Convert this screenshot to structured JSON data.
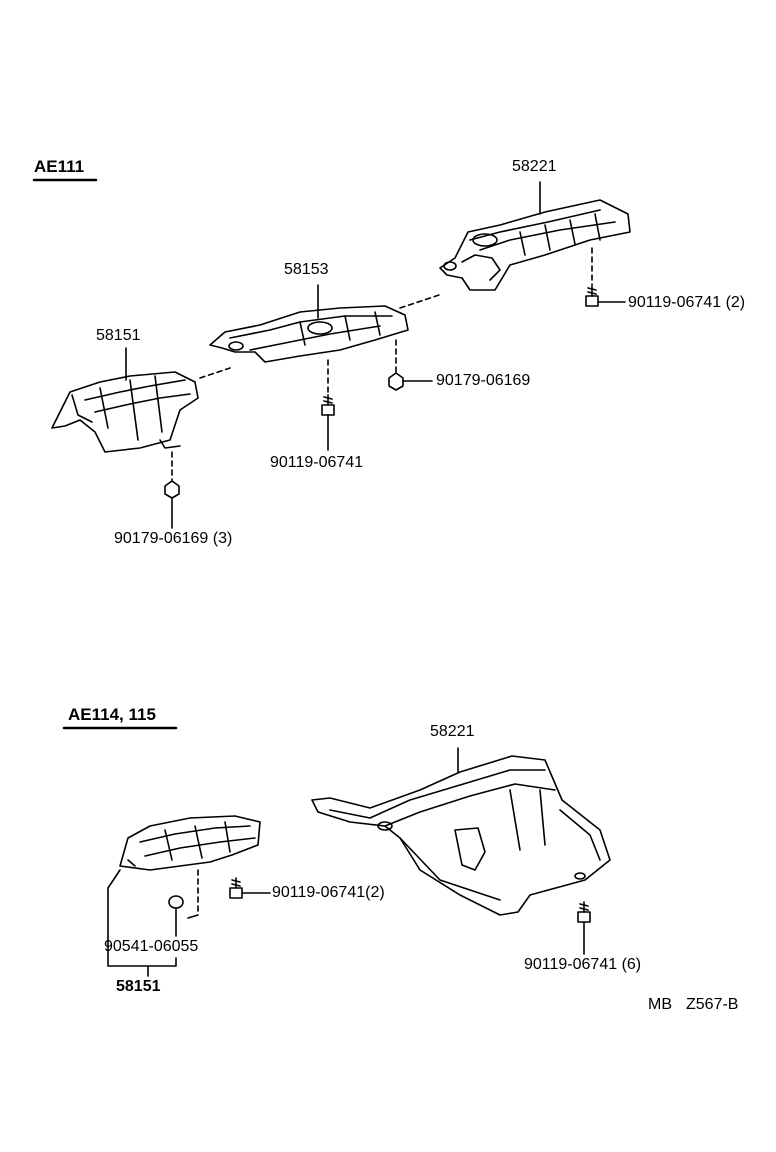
{
  "sections": {
    "top": {
      "title": "AE111",
      "parts": {
        "p58221": "58221",
        "p58153": "58153",
        "p58151": "58151"
      },
      "fasteners": {
        "f_9011906741_2": "90119-06741 (2)",
        "f_9017906169": "90179-06169",
        "f_9011906741": "90119-06741",
        "f_9017906169_3": "90179-06169 (3)"
      }
    },
    "bottom": {
      "title": "AE114, 115",
      "parts": {
        "p58221": "58221",
        "p58151": "58151"
      },
      "fasteners": {
        "f_9011906741_2": "90119-06741(2)",
        "f_9054106055": "90541-06055",
        "f_9011906741_6": "90119-06741 (6)"
      }
    }
  },
  "footer": {
    "code_prefix": "MB",
    "code": "Z567-B"
  },
  "colors": {
    "ink": "#000000",
    "paper": "#ffffff"
  }
}
